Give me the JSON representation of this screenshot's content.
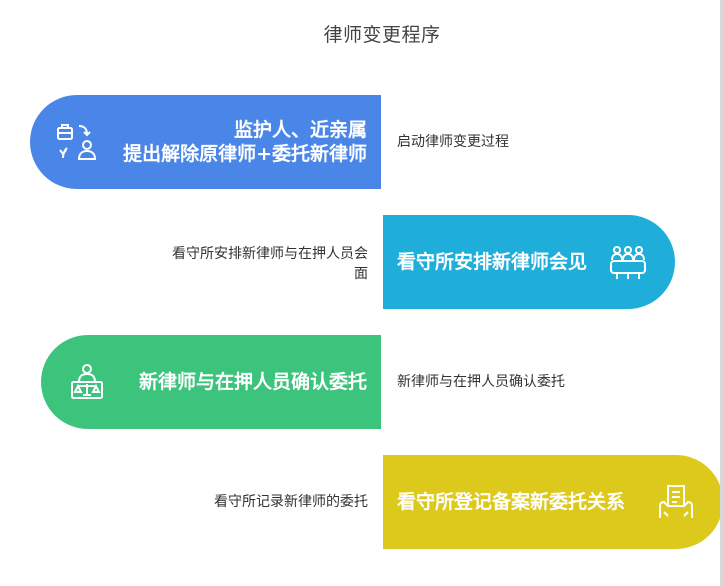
{
  "title": "律师变更程序",
  "steps": [
    {
      "line1": "监护人、近亲属",
      "line2": "提出解除原律师+委托新律师",
      "desc": "启动律师变更过程",
      "color": "#4a86e8",
      "icon": "person-document-exchange-icon"
    },
    {
      "label": "看守所安排新律师会见",
      "desc_line1": "看守所安排新律师与在押人员会",
      "desc_line2": "面",
      "color": "#1fadd9",
      "icon": "meeting-group-icon"
    },
    {
      "label": "新律师与在押人员确认委托",
      "desc": "新律师与在押人员确认委托",
      "color": "#3cc47c",
      "icon": "lawyer-scales-icon"
    },
    {
      "label": "看守所登记备案新委托关系",
      "desc": "看守所记录新律师的委托",
      "color": "#ddc81c",
      "icon": "registration-document-hand-icon"
    }
  ]
}
